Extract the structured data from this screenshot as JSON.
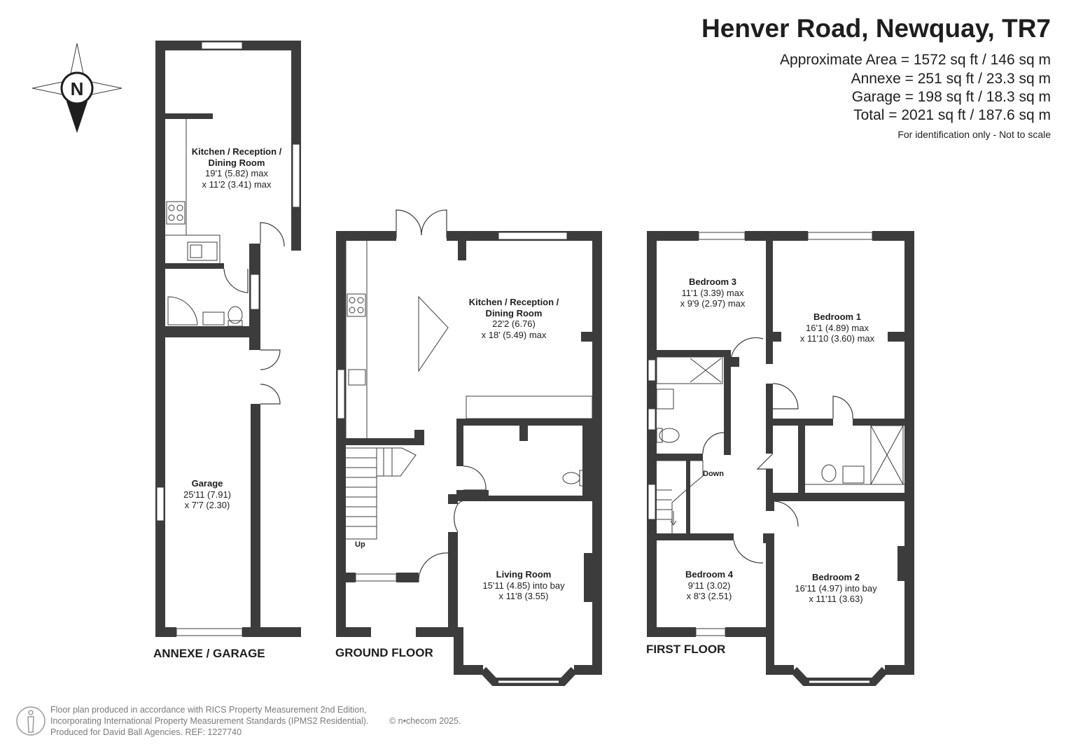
{
  "header": {
    "title": "Henver Road, Newquay, TR7",
    "areas": [
      "Approximate Area = 1572 sq ft / 146 sq m",
      "Annexe = 251 sq ft / 23.3 sq m",
      "Garage = 198 sq ft / 18.3 sq m",
      "Total = 2021 sq ft / 187.6 sq m"
    ],
    "note": "For identification only - Not to scale"
  },
  "compass": {
    "label": "N",
    "icon": "compass-rose-icon"
  },
  "floors": {
    "annexe": "ANNEXE / GARAGE",
    "ground": "GROUND FLOOR",
    "first": "FIRST FLOOR"
  },
  "rooms": {
    "annexe_kitchen": {
      "name_1": "Kitchen / Reception /",
      "name_2": "Dining Room",
      "dim_1": "19'1 (5.82) max",
      "dim_2": "x 11'2 (3.41) max"
    },
    "garage": {
      "name": "Garage",
      "dim_1": "25'11 (7.91)",
      "dim_2": "x 7'7 (2.30)"
    },
    "ground_kitchen": {
      "name_1": "Kitchen / Reception /",
      "name_2": "Dining Room",
      "dim_1": "22'2 (6.76)",
      "dim_2": "x 18' (5.49) max"
    },
    "living_room": {
      "name": "Living Room",
      "dim_1": "15'11 (4.85) into bay",
      "dim_2": "x 11'8 (3.55)"
    },
    "bedroom_3": {
      "name": "Bedroom 3",
      "dim_1": "11'1 (3.39) max",
      "dim_2": "x 9'9 (2.97) max"
    },
    "bedroom_1": {
      "name": "Bedroom 1",
      "dim_1": "16'1 (4.89) max",
      "dim_2": "x 11'10 (3.60) max"
    },
    "bedroom_4": {
      "name": "Bedroom 4",
      "dim_1": "9'11 (3.02)",
      "dim_2": "x 8'3 (2.51)"
    },
    "bedroom_2": {
      "name": "Bedroom 2",
      "dim_1": "16'11 (4.97) into bay",
      "dim_2": "x 11'11 (3.63)"
    }
  },
  "stairs": {
    "up": "Up",
    "down": "Down"
  },
  "footer": {
    "line_1": "Floor plan produced in accordance with RICS Property Measurement 2nd Edition,",
    "line_2": "Incorporating International Property Measurement Standards (IPMS2 Residential).",
    "line_3": "Produced for David Ball Agencies.   REF: 1227740",
    "copyright": "© n•checom 2025.",
    "icon": "person-scale-icon"
  },
  "colors": {
    "wall": "#3c3c3c",
    "text": "#1e1e1e",
    "footer_text": "#7a7a7a"
  }
}
